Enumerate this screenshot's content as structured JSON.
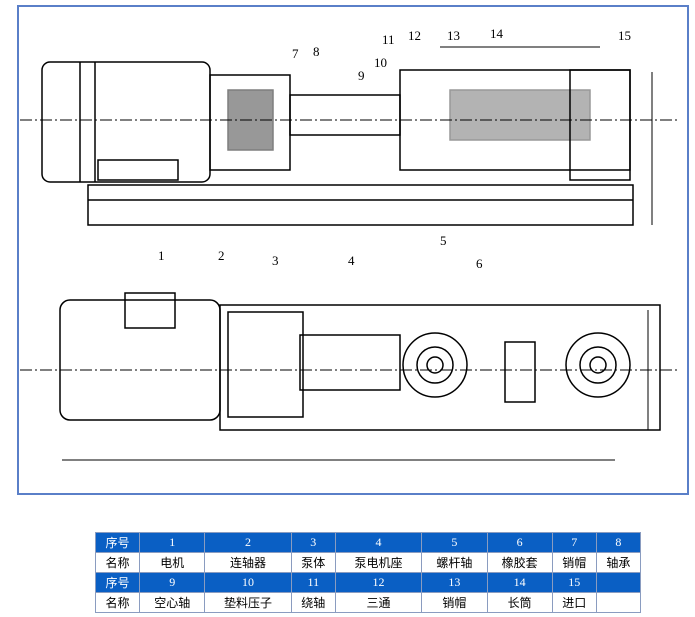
{
  "labels": [
    "1",
    "2",
    "3",
    "4",
    "5",
    "6",
    "7",
    "8",
    "9",
    "10",
    "11",
    "12",
    "13",
    "14",
    "15"
  ],
  "table": {
    "header_label": "序号",
    "name_label": "名称",
    "row1_nums": [
      "1",
      "2",
      "3",
      "4",
      "5",
      "6",
      "7",
      "8"
    ],
    "row1_names": [
      "电机",
      "连轴器",
      "泵体",
      "泵电机座",
      "螺杆轴",
      "橡胶套",
      "销帽",
      "轴承"
    ],
    "row2_nums": [
      "9",
      "10",
      "11",
      "12",
      "13",
      "14",
      "15",
      ""
    ],
    "row2_names": [
      "空心轴",
      "垫料压子",
      "绕轴",
      "三通",
      "销帽",
      "长筒",
      "进口",
      ""
    ]
  },
  "colors": {
    "frame": "#5a7fc8",
    "header_bg": "#0a5fc4"
  }
}
